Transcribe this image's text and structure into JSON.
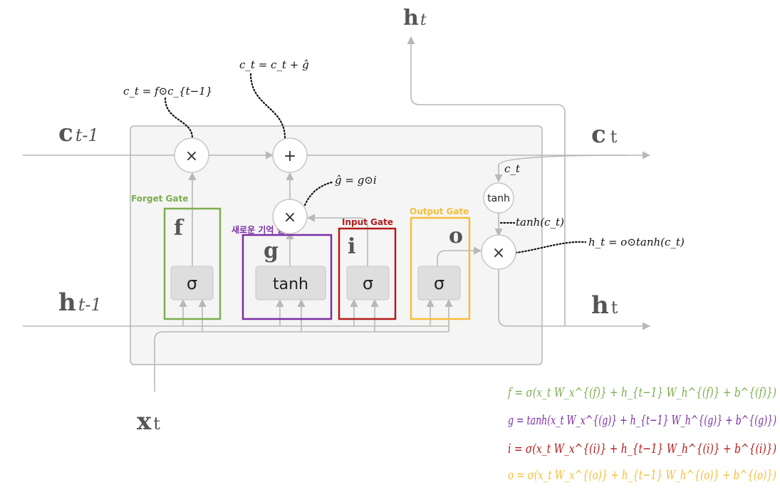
{
  "colors": {
    "forget": "#7cad4f",
    "cell": "#7a2ea5",
    "input": "#b41b1b",
    "output": "#f4be3a",
    "line": "#b8b8b8",
    "label": "#555555"
  },
  "io_labels": {
    "c_prev_main": "c",
    "c_prev_sub": "t-1",
    "h_prev_main": "h",
    "h_prev_sub": "t-1",
    "c_out_main": "c",
    "c_out_sub": "t",
    "h_out_main": "h",
    "h_out_sub": "t",
    "h_top_main": "h",
    "h_top_sub": "t",
    "x_main": "x",
    "x_sub": "t"
  },
  "operators": {
    "forget_mul": "×",
    "cell_add": "+",
    "input_mul": "×",
    "output_mul": "×",
    "tanh": "tanh"
  },
  "gates": {
    "forget": {
      "title": "Forget Gate",
      "letter": "f",
      "activation": "σ"
    },
    "cell": {
      "title": "새로운 기억 셀",
      "letter": "g",
      "activation": "tanh"
    },
    "input": {
      "title": "Input Gate",
      "letter": "i",
      "activation": "σ"
    },
    "output": {
      "title": "Output Gate",
      "letter": "o",
      "activation": "σ"
    }
  },
  "annotations": {
    "forget_step": "c_t = f⊙c_{t−1}",
    "add_step": "c_t = c_t + ĝ",
    "g_hat": "ĝ = g⊙i",
    "ct_in": "c_t",
    "tanh_ct": "tanh(c_t)",
    "ht_formula": "h_t = o⊙tanh(c_t)"
  },
  "formulas": {
    "f": "f = σ(x_t W_x^{(f)} + h_{t−1} W_h^{(f)} + b^{(f)})",
    "g": "g = tanh(x_t W_x^{(g)} + h_{t−1} W_h^{(g)} + b^{(g)})",
    "i": "i = σ(x_t W_x^{(i)} + h_{t−1} W_h^{(i)} + b^{(i)})",
    "o": "o = σ(x_t W_x^{(o)} + h_{t−1} W_h^{(o)} + b^{(o)})"
  }
}
